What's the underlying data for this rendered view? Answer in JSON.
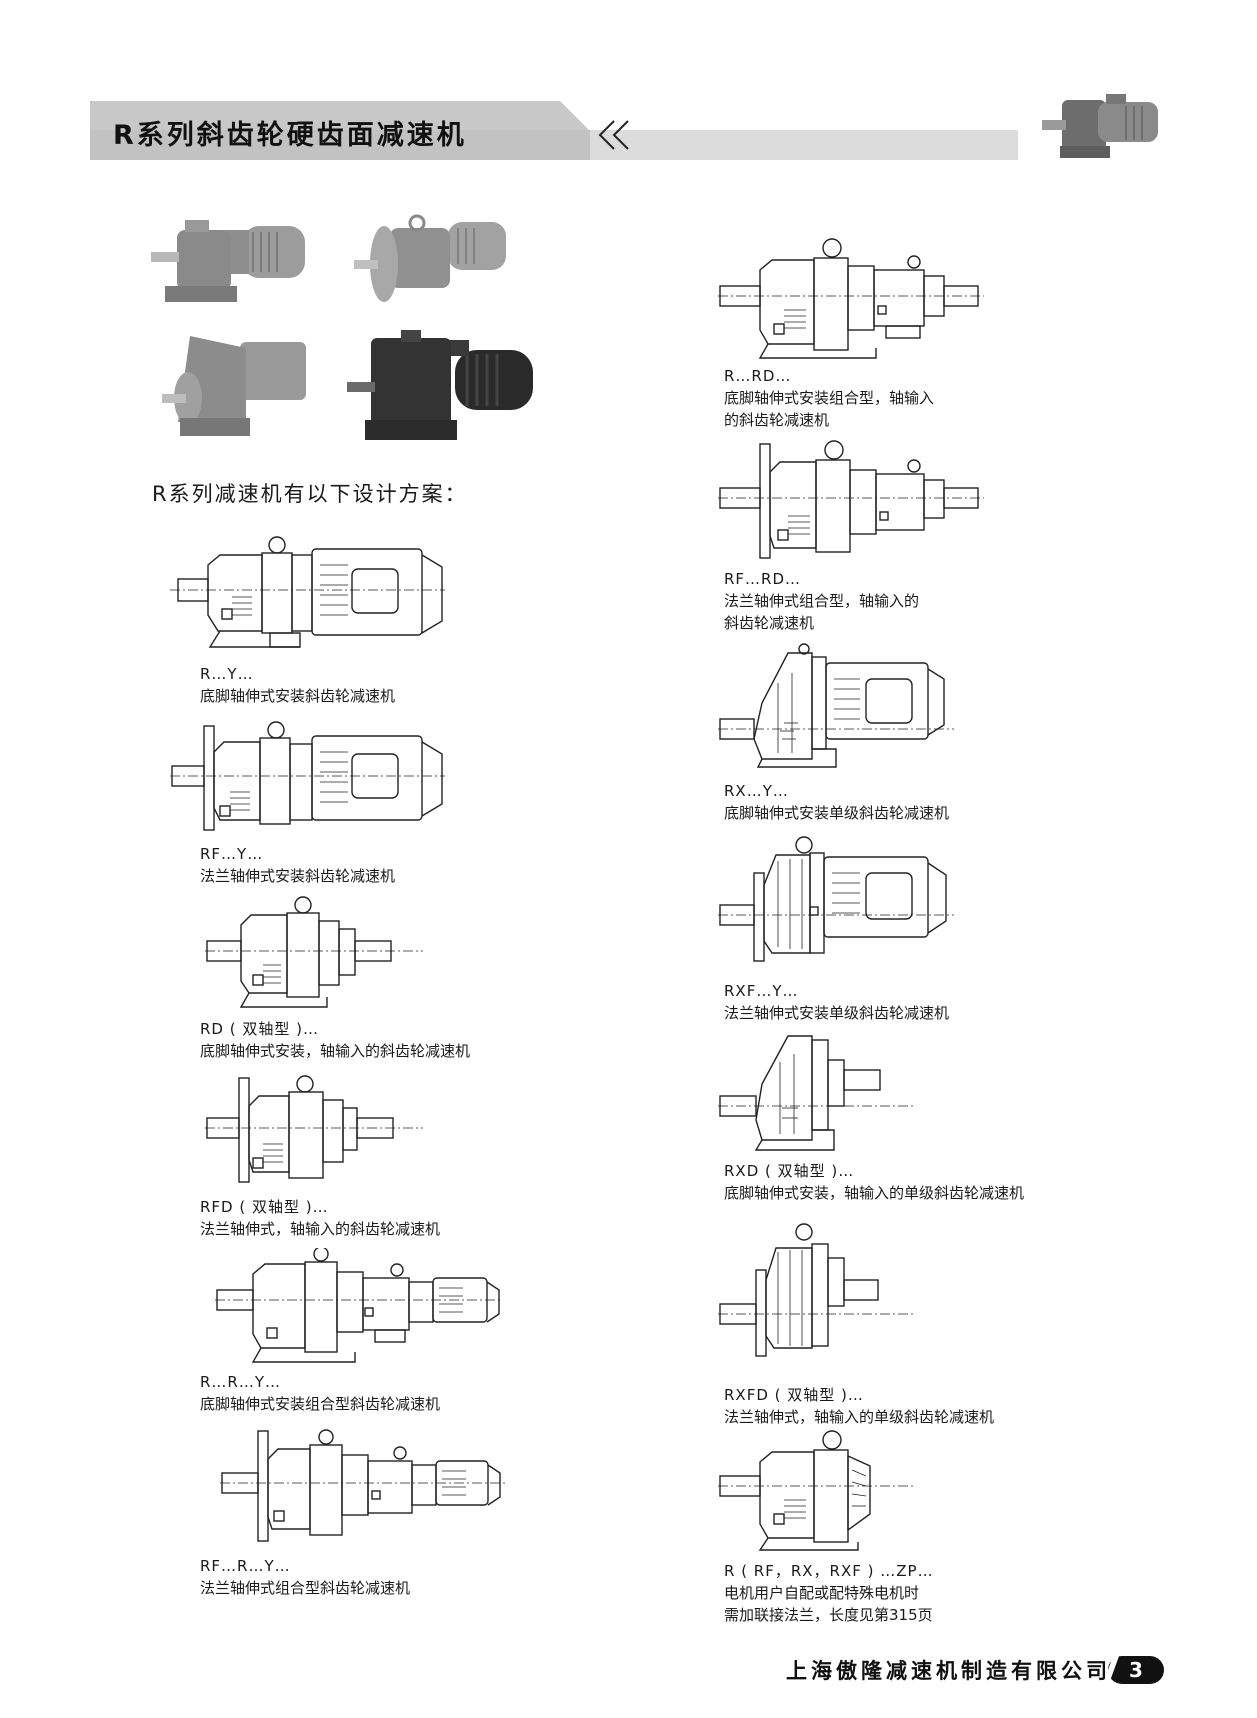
{
  "header": {
    "title": "R系列斜齿轮硬齿面减速机",
    "chevron": "《",
    "accent_color": "#dcdcdc"
  },
  "intro": "R系列减速机有以下设计方案：",
  "left_items": [
    {
      "code": "R…Y…",
      "desc": [
        "底脚轴伸式安装斜齿轮减速机"
      ]
    },
    {
      "code": "RF…Y…",
      "desc": [
        "法兰轴伸式安装斜齿轮减速机"
      ]
    },
    {
      "code": "RD ( 双轴型 )…",
      "desc": [
        "底脚轴伸式安装，轴输入的斜齿轮减速机"
      ]
    },
    {
      "code": "RFD ( 双轴型 )…",
      "desc": [
        "法兰轴伸式，轴输入的斜齿轮减速机"
      ]
    },
    {
      "code": "R…R…Y…",
      "desc": [
        "底脚轴伸式安装组合型斜齿轮减速机"
      ]
    },
    {
      "code": "RF…R…Y…",
      "desc": [
        "法兰轴伸式组合型斜齿轮减速机"
      ]
    }
  ],
  "right_items": [
    {
      "code": "R…RD…",
      "desc": [
        "底脚轴伸式安装组合型，轴输入",
        "的斜齿轮减速机"
      ]
    },
    {
      "code": "RF…RD…",
      "desc": [
        "法兰轴伸式组合型，轴输入的",
        "斜齿轮减速机"
      ]
    },
    {
      "code": "RX…Y…",
      "desc": [
        "底脚轴伸式安装单级斜齿轮减速机"
      ]
    },
    {
      "code": "RXF…Y…",
      "desc": [
        "法兰轴伸式安装单级斜齿轮减速机"
      ]
    },
    {
      "code": "RXD ( 双轴型 )…",
      "desc": [
        "底脚轴伸式安装，轴输入的单级斜齿轮减速机"
      ]
    },
    {
      "code": "RXFD ( 双轴型 )…",
      "desc": [
        "法兰轴伸式，轴输入的单级斜齿轮减速机"
      ]
    },
    {
      "code": "R ( RF，RX，RXF ) …ZP…",
      "desc": [
        "电机用户自配或配特殊电机时",
        "需加联接法兰，长度见第315页"
      ]
    }
  ],
  "footer": {
    "company": "上海傲隆减速机制造有限公司",
    "page": "3"
  }
}
